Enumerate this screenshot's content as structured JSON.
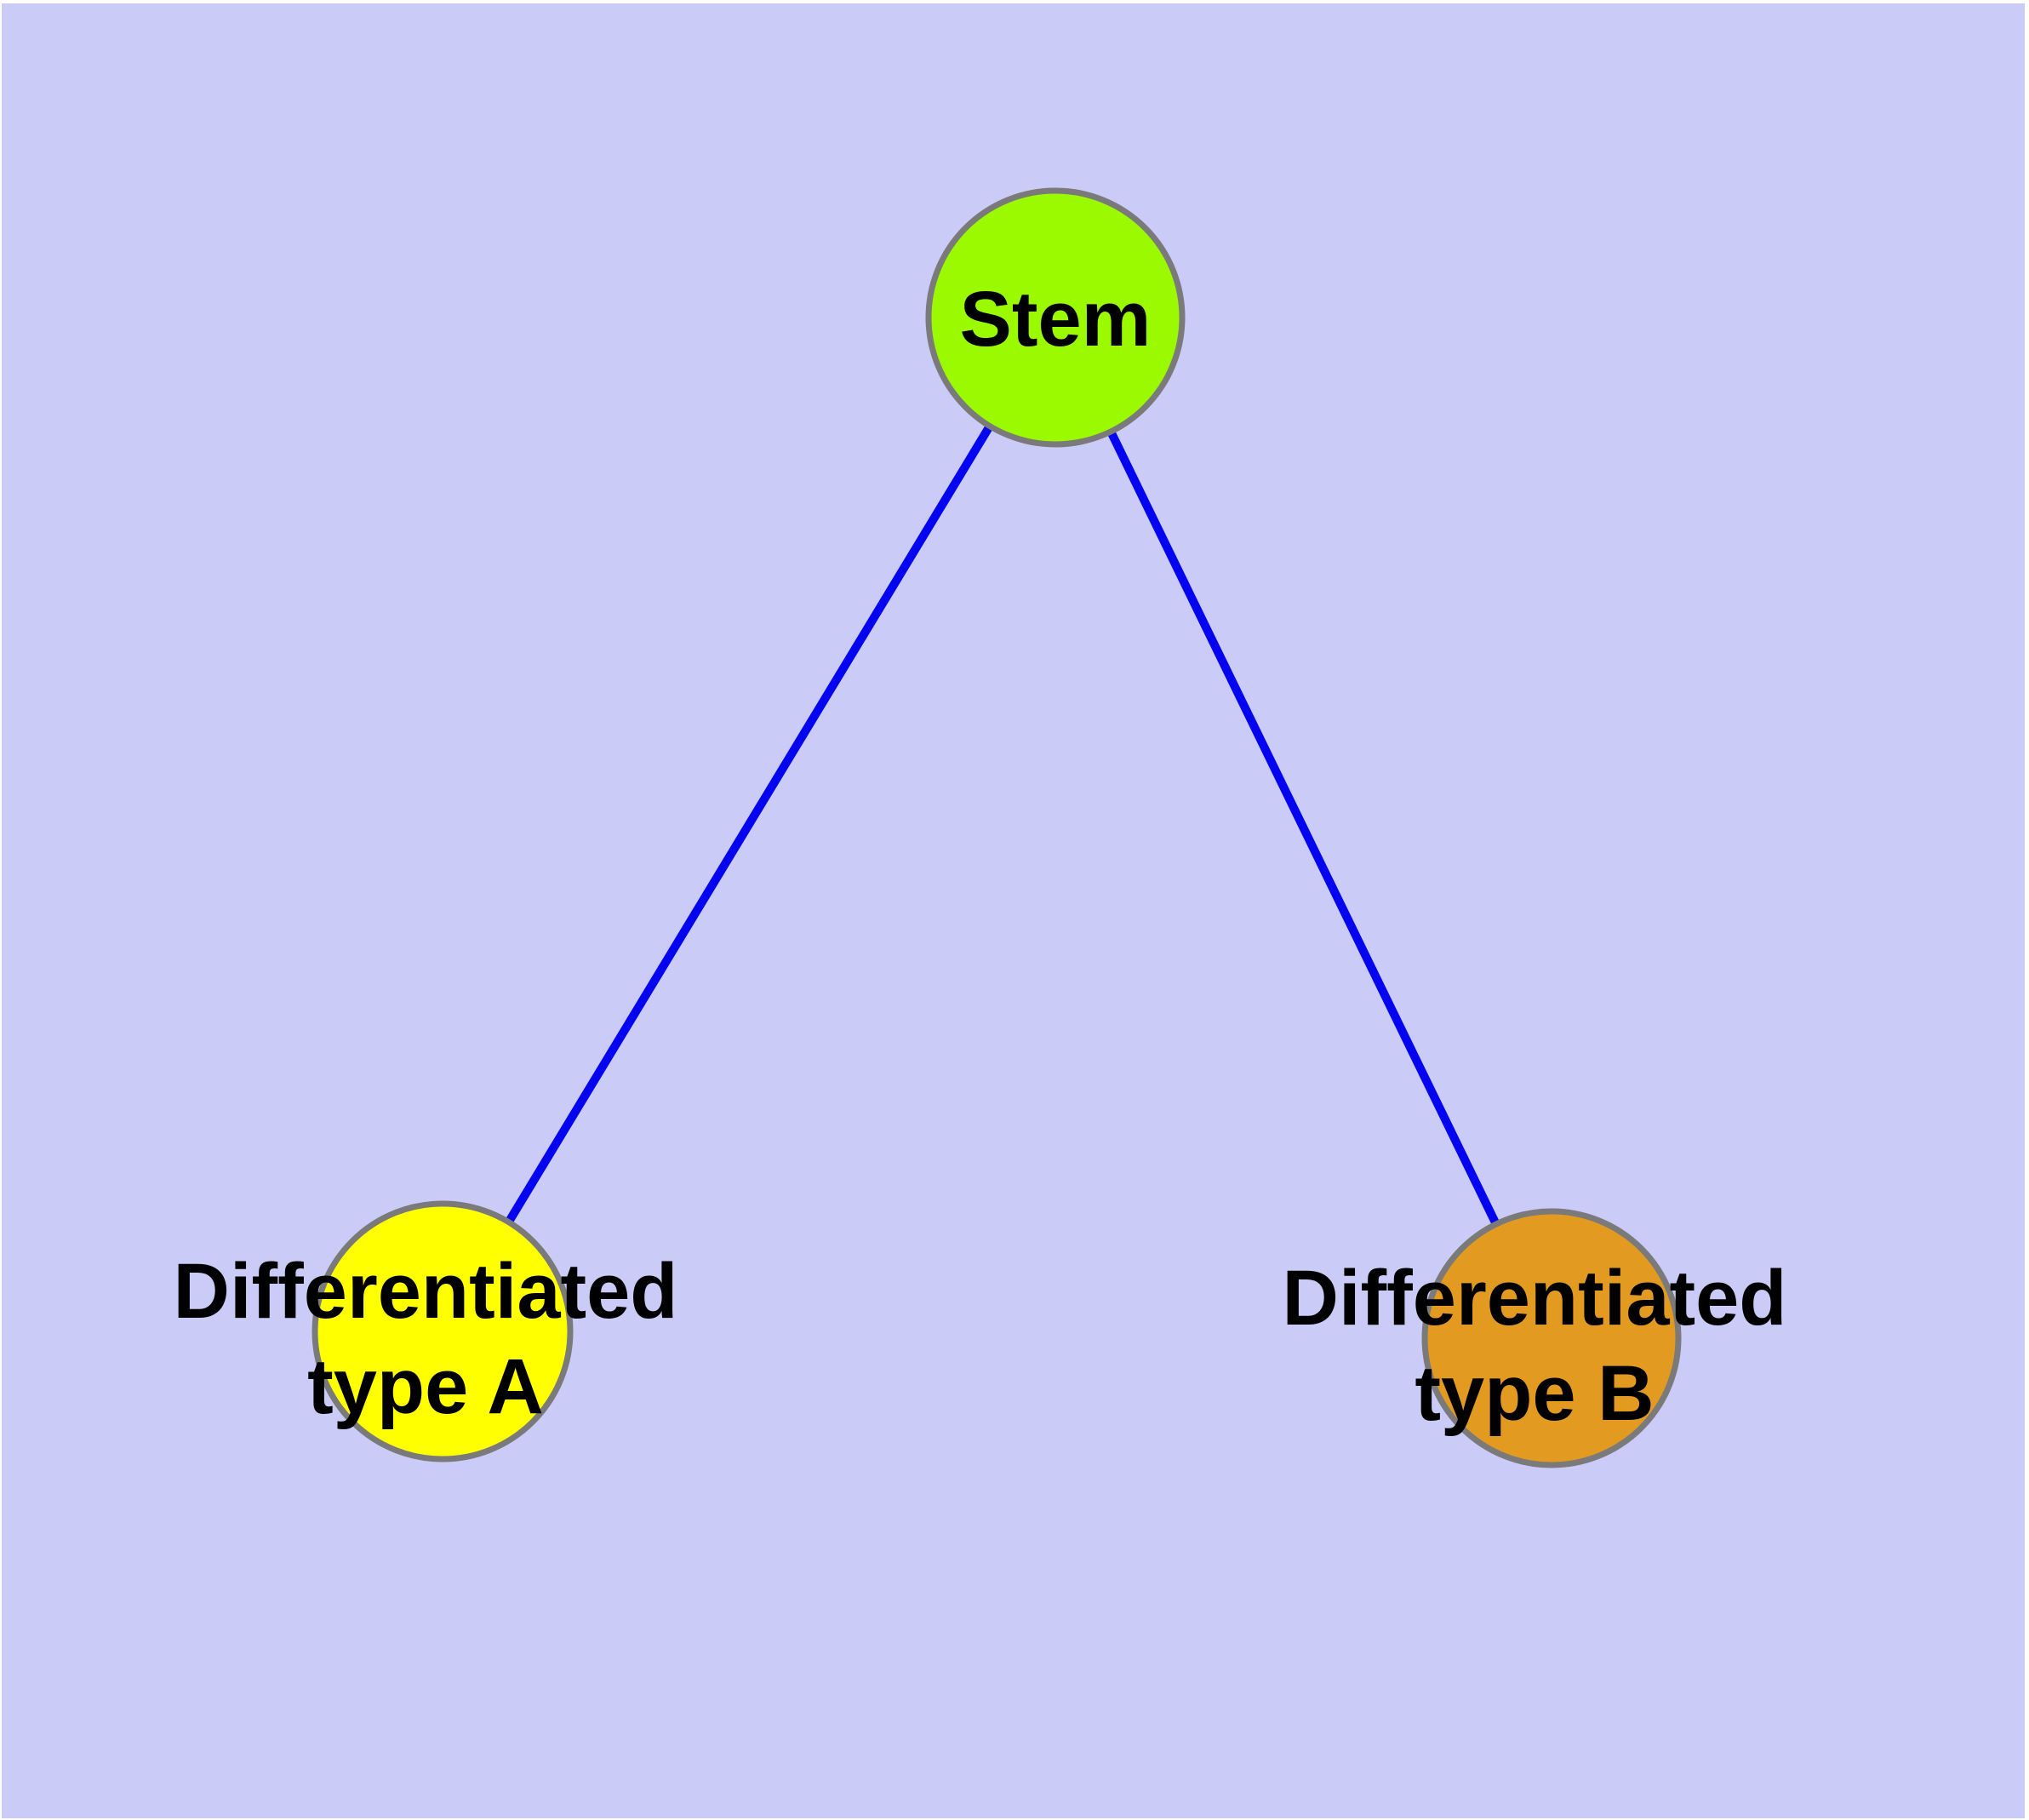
{
  "page": {
    "margin_color": "#FFFFFF",
    "canvas_color": "#CBCBF7"
  },
  "graph": {
    "nodes": {
      "stem": {
        "label": "Stem",
        "fill": "#9BFA00",
        "border": "#7A7A7A",
        "text_color": "#000000"
      },
      "diff_a": {
        "label_line1": "Differentiated",
        "label_line2": "type A",
        "fill": "#FFFF00",
        "border": "#7A7A7A",
        "text_color": "#000000"
      },
      "diff_b": {
        "label_line1": "Differentiated",
        "label_line2": "type B",
        "fill": "#E39A20",
        "border": "#7A7A7A",
        "text_color": "#000000"
      }
    },
    "edges": {
      "stem_to_a": {
        "color": "#0404F0"
      },
      "stem_to_b": {
        "color": "#0404F0"
      }
    }
  }
}
